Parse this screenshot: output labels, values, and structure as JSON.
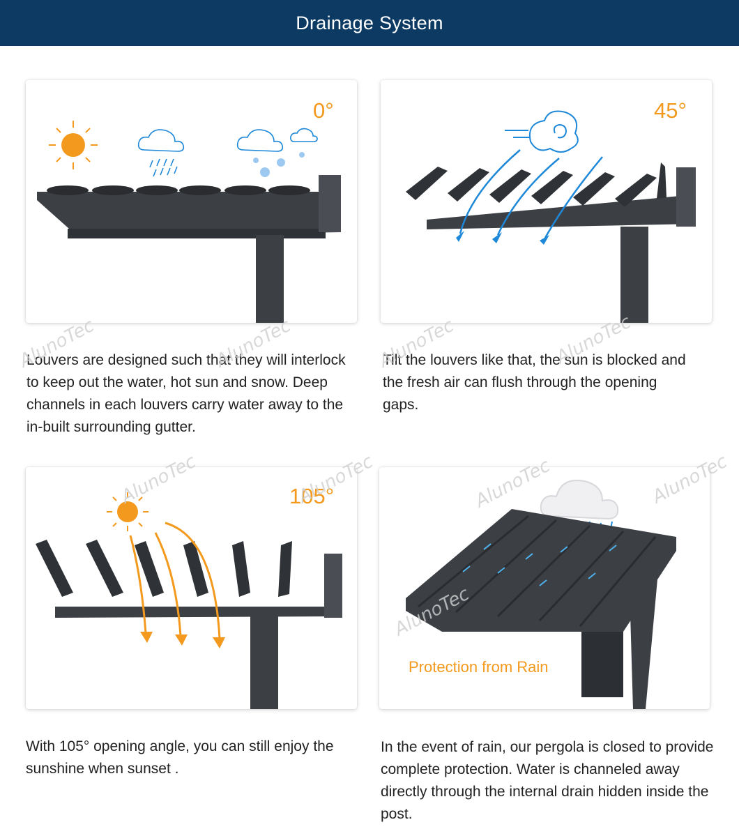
{
  "header": {
    "title": "Drainage System"
  },
  "watermark": {
    "brand": "AlunoTec"
  },
  "panels": [
    {
      "angle": "0°",
      "description": "Louvers are designed such that they will interlock to keep out the water, hot sun and snow. Deep channels in each louvers carry water away to the in-built surrounding gutter."
    },
    {
      "angle": "45°",
      "description": "Tilt the louvers like that, the sun is blocked and the fresh air can flush through the opening gaps."
    },
    {
      "angle": "105°",
      "description": "With 105° opening angle, you can still enjoy the sunshine when sunset ."
    },
    {
      "caption": "Protection from Rain",
      "description": "In the event of rain, our pergola is closed to provide complete protection. Water is channeled away directly through the internal drain hidden inside the post."
    }
  ],
  "colors": {
    "header_bg": "#0d3a63",
    "accent_orange": "#f39a1e",
    "structure_gray": "#3c3f44",
    "arrow_blue": "#1e88d8"
  }
}
